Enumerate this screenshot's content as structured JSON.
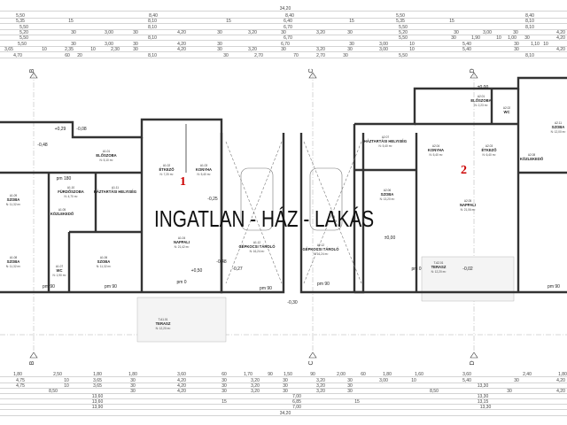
{
  "overlay_title": "INGATLAN - HÁZ - LAKÁS",
  "unit_markers": [
    "1",
    "2"
  ],
  "accent_color": "#cc0000",
  "axes": {
    "top": [
      "B",
      "C",
      "D"
    ],
    "bottom": [
      "B",
      "C",
      "D"
    ]
  },
  "dimensions_top": [
    [
      "34,20"
    ],
    [
      "5,50",
      "8,40",
      "8,40",
      "5,50",
      "8,40"
    ],
    [
      "5,35",
      "15",
      "8,10",
      "15",
      "6,40",
      "15",
      "5,35",
      "15",
      "8,10"
    ],
    [
      "5,50",
      "8,10",
      "6,70",
      "5,50",
      "8,10"
    ],
    [
      "5,20",
      "30",
      "3,00",
      "30",
      "4,20",
      "30",
      "3,20",
      "30",
      "3,20",
      "30",
      "5,20",
      "30",
      "3,00",
      "30",
      "4,20"
    ],
    [
      "5,50",
      "8,10",
      "6,70",
      "5,50",
      "30",
      "1,90",
      "10",
      "1,00",
      "30",
      "4,20"
    ],
    [
      "5,50",
      "30",
      "3,00",
      "30",
      "4,20",
      "30",
      "6,70",
      "30",
      "3,00",
      "10",
      "5,40",
      "30",
      "1,10",
      "10"
    ],
    [
      "3,65",
      "10",
      "2,35",
      "10",
      "2,30",
      "30",
      "4,20",
      "30",
      "3,20",
      "30",
      "3,20",
      "30",
      "3,00",
      "10",
      "5,40",
      "30",
      "4,20"
    ],
    [
      "4,70",
      "60",
      "20",
      "8,10",
      "30",
      "2,70",
      "70",
      "2,70",
      "30",
      "5,50",
      "8,10"
    ]
  ],
  "dimensions_bottom": [
    [
      "1,80",
      "2,50",
      "1,80",
      "1,80",
      "3,60",
      "60",
      "1,70",
      "90",
      "1,50",
      "90",
      "2,00",
      "60",
      "1,80",
      "1,60",
      "3,60",
      "2,40",
      "1,80"
    ],
    [
      "4,75",
      "10",
      "3,65",
      "30",
      "4,20",
      "30",
      "3,20",
      "30",
      "3,20",
      "30",
      "3,00",
      "10",
      "5,40",
      "30",
      "4,20"
    ],
    [
      "4,75",
      "10",
      "3,65",
      "30",
      "4,20",
      "30",
      "3,20",
      "30",
      "3,20",
      "30",
      "13,30"
    ],
    [
      "8,50",
      "30",
      "4,20",
      "30",
      "3,20",
      "30",
      "3,20",
      "30",
      "8,50",
      "30",
      "4,20"
    ],
    [
      "13,60",
      "7,00",
      "13,30"
    ],
    [
      "13,60",
      "15",
      "6,85",
      "15",
      "13,15"
    ],
    [
      "13,90",
      "7,00",
      "13,30"
    ],
    [
      "34,20"
    ]
  ],
  "rooms": [
    {
      "code": "A1.01",
      "name": "ELŐSZOBA",
      "area": "N: 5,10 m²"
    },
    {
      "code": "A1.02",
      "name": "ÉTKEZŐ",
      "area": "N: 7,20 m²"
    },
    {
      "code": "A1.03",
      "name": "KONYHA",
      "area": "N: 5,40 m²"
    },
    {
      "code": "A1.10",
      "name": "FÜRDŐSZOBA",
      "area": "N: 4,70 m²"
    },
    {
      "code": "A1.11",
      "name": "HÁZTARTÁSI HELYISÉG",
      "area": ""
    },
    {
      "code": "A1.09",
      "name": "SZOBA",
      "area": "N: 11,32 m²"
    },
    {
      "code": "A1.08",
      "name": "SZOBA",
      "area": "N: 11,32 m²"
    },
    {
      "code": "A1.07",
      "name": "WC",
      "area": "N: 1,90 m²"
    },
    {
      "code": "A1.06",
      "name": "SZOBA",
      "area": "N: 11,32 m²"
    },
    {
      "code": "A1.04",
      "name": "NAPPALI",
      "area": "N: 21,42 m²"
    },
    {
      "code": "A1.12",
      "name": "GÉPKOCSI TÁROLÓ",
      "area": "N: 16,24 m²"
    },
    {
      "code": "A2.12",
      "name": "GÉPKOCSI TÁROLÓ",
      "area": "N: 16,24 m²"
    },
    {
      "code": "A2.06",
      "name": "SZOBA",
      "area": "N: 13,20 m²"
    },
    {
      "code": "A2.05",
      "name": "NAPPALI",
      "area": "N: 21,06 m²"
    },
    {
      "code": "A2.07",
      "name": "HÁZTARTÁSI HELYISÉG",
      "area": "N: 5,40 m²"
    },
    {
      "code": "A2.04",
      "name": "KONYHA",
      "area": "N: 5,40 m²"
    },
    {
      "code": "A2.03",
      "name": "ÉTKEZŐ",
      "area": "N: 6,40 m²"
    },
    {
      "code": "A2.01",
      "name": "ELŐSZOBA",
      "area": "N: 2,23 m²"
    },
    {
      "code": "A2.02",
      "name": "WC",
      "area": ""
    },
    {
      "code": "A2.08",
      "name": "KÖZLEKEDŐ",
      "area": ""
    },
    {
      "code": "A2.11",
      "name": "SZOBA",
      "area": "N: 12,00 m²"
    },
    {
      "code": "T.A1.01",
      "name": "TERASZ",
      "area": "N: 12,20 m²"
    },
    {
      "code": "T.A2.01",
      "name": "TERASZ",
      "area": "N: 12,20 m²"
    },
    {
      "code": "A1.05",
      "name": "KÖZLEKEDŐ",
      "area": ""
    }
  ],
  "levels": [
    "+0,29",
    "-0,08",
    "-0,48",
    "+0,50",
    "±0,00",
    "-0,25",
    "-0,48",
    "-0,27",
    "-0,02",
    "-0,30",
    "±0,00",
    "pm 180",
    "pm 90",
    "pm 90",
    "pm 0",
    "pm 90",
    "pm 90",
    "pm 0",
    "pm 90"
  ]
}
